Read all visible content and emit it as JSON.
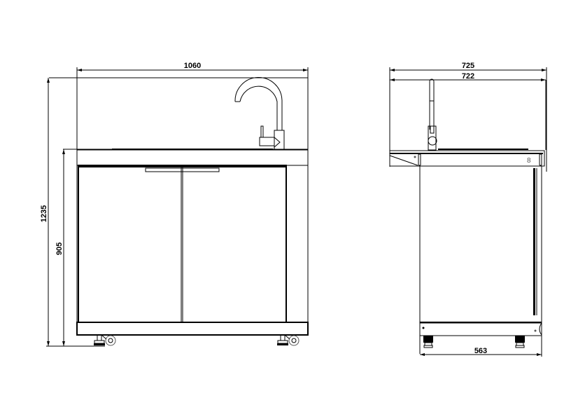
{
  "drawing": {
    "units": "mm",
    "front_view": {
      "width_label": "1060",
      "total_height_label": "1235",
      "counter_height_label": "905"
    },
    "side_view": {
      "overall_depth_label": "725",
      "top_depth_label": "722",
      "base_depth_label": "563"
    },
    "colors": {
      "line": "#000000",
      "background": "#ffffff"
    }
  }
}
